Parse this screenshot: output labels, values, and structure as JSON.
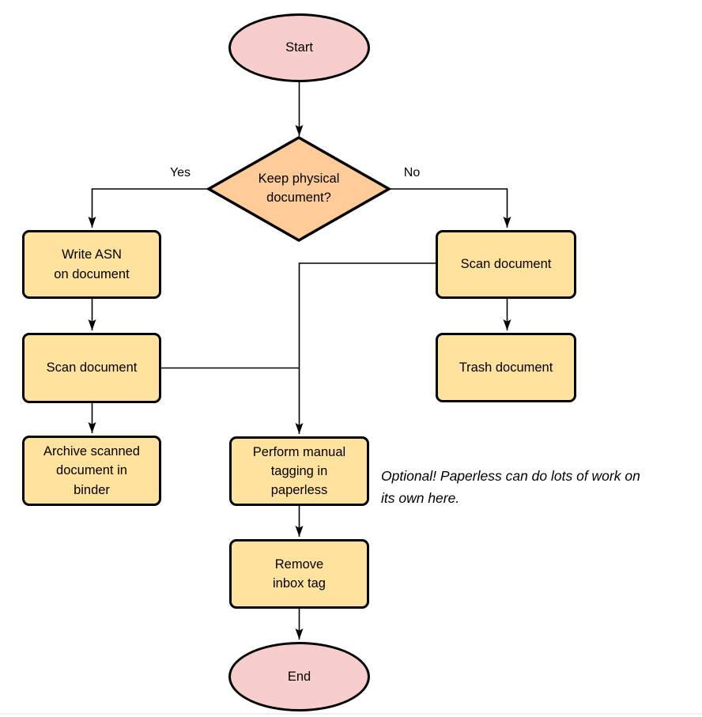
{
  "diagram": {
    "type": "flowchart",
    "colors": {
      "terminal_fill": "#f8cecc",
      "decision_fill": "#ffcb99",
      "process_fill": "#ffe29e",
      "stroke": "#000000"
    },
    "nodes": [
      {
        "id": "start",
        "shape": "ellipse",
        "label": "Start"
      },
      {
        "id": "decision",
        "shape": "diamond",
        "label": "Keep physical\ndocument?"
      },
      {
        "id": "write-asn",
        "shape": "process",
        "label": "Write ASN\non document"
      },
      {
        "id": "scan-left",
        "shape": "process",
        "label": "Scan document"
      },
      {
        "id": "archive",
        "shape": "process",
        "label": "Archive scanned\ndocument in\nbinder"
      },
      {
        "id": "scan-right",
        "shape": "process",
        "label": "Scan document"
      },
      {
        "id": "trash",
        "shape": "process",
        "label": "Trash document"
      },
      {
        "id": "perform-tagging",
        "shape": "process",
        "label": "Perform manual\ntagging in\npaperless"
      },
      {
        "id": "remove-inbox-tag",
        "shape": "process",
        "label": "Remove\ninbox tag"
      },
      {
        "id": "end",
        "shape": "ellipse",
        "label": "End"
      }
    ],
    "edges": [
      {
        "from": "start",
        "to": "decision",
        "label": ""
      },
      {
        "from": "decision",
        "to": "write-asn",
        "label": "Yes"
      },
      {
        "from": "decision",
        "to": "scan-right",
        "label": "No"
      },
      {
        "from": "write-asn",
        "to": "scan-left",
        "label": ""
      },
      {
        "from": "scan-left",
        "to": "archive",
        "label": ""
      },
      {
        "from": "scan-left",
        "to": "perform-tagging",
        "label": ""
      },
      {
        "from": "scan-right",
        "to": "trash",
        "label": ""
      },
      {
        "from": "scan-right",
        "to": "perform-tagging",
        "label": ""
      },
      {
        "from": "perform-tagging",
        "to": "remove-inbox-tag",
        "label": ""
      },
      {
        "from": "remove-inbox-tag",
        "to": "end",
        "label": ""
      }
    ],
    "annotation": "Optional! Paperless can do lots of work on\nits own here."
  }
}
